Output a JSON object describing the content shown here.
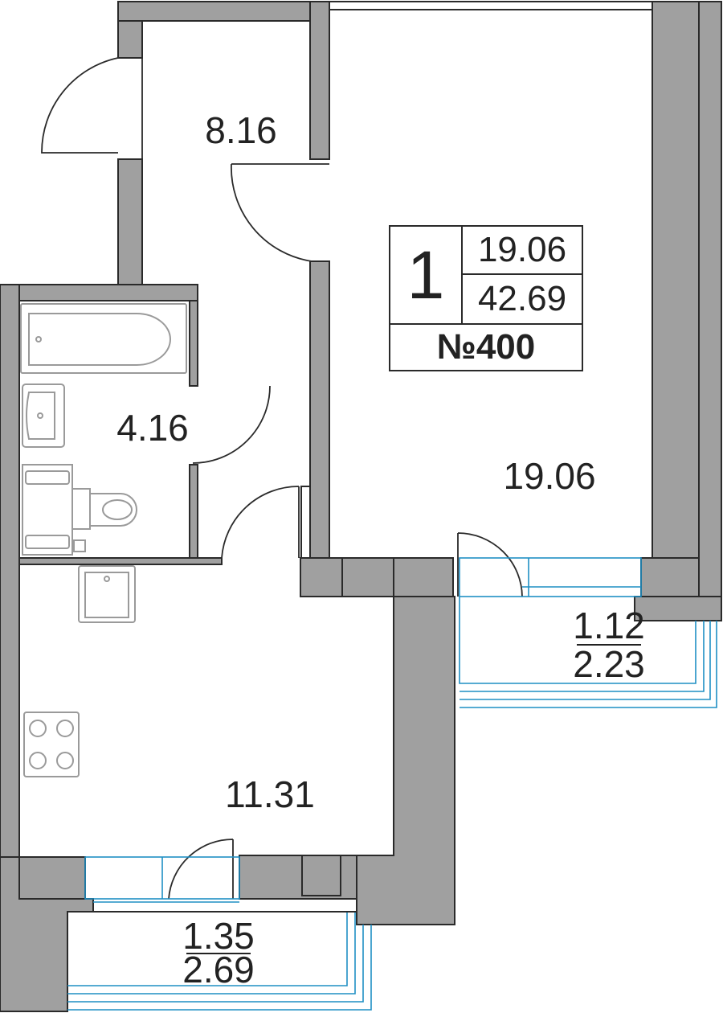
{
  "apartment": {
    "rooms": "1",
    "living_area": "19.06",
    "total_area": "42.69",
    "number": "№400"
  },
  "room_areas": {
    "hall": "8.16",
    "bathroom": "4.16",
    "living_room": "19.06",
    "kitchen": "11.31"
  },
  "balconies": {
    "right": {
      "area": "1.12",
      "area_full": "2.23"
    },
    "bottom": {
      "area": "1.35",
      "area_full": "2.69"
    }
  },
  "colors": {
    "wall_fill": "#a0a0a0",
    "line": "#2a2a2a",
    "glazing": "#1f8fc4",
    "fixtures": "#9a9a9a"
  }
}
